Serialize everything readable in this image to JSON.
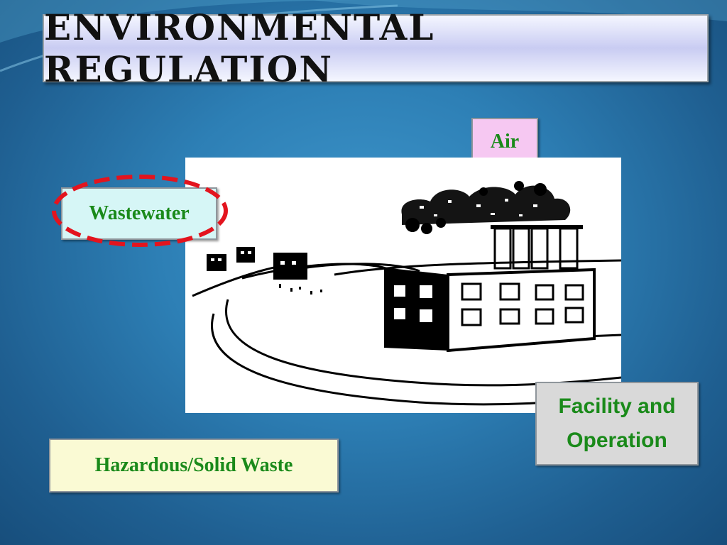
{
  "slide": {
    "title": "ENVIRONMENTAL REGULATION",
    "labels": {
      "air": "Air",
      "wastewater": "Wastewater",
      "hazardous": "Hazardous/Solid Waste",
      "facility_line1": "Facility and",
      "facility_line2": "Operation"
    }
  },
  "colors": {
    "label_text": "#1a8a1a",
    "highlight_ring": "#e3141e"
  }
}
